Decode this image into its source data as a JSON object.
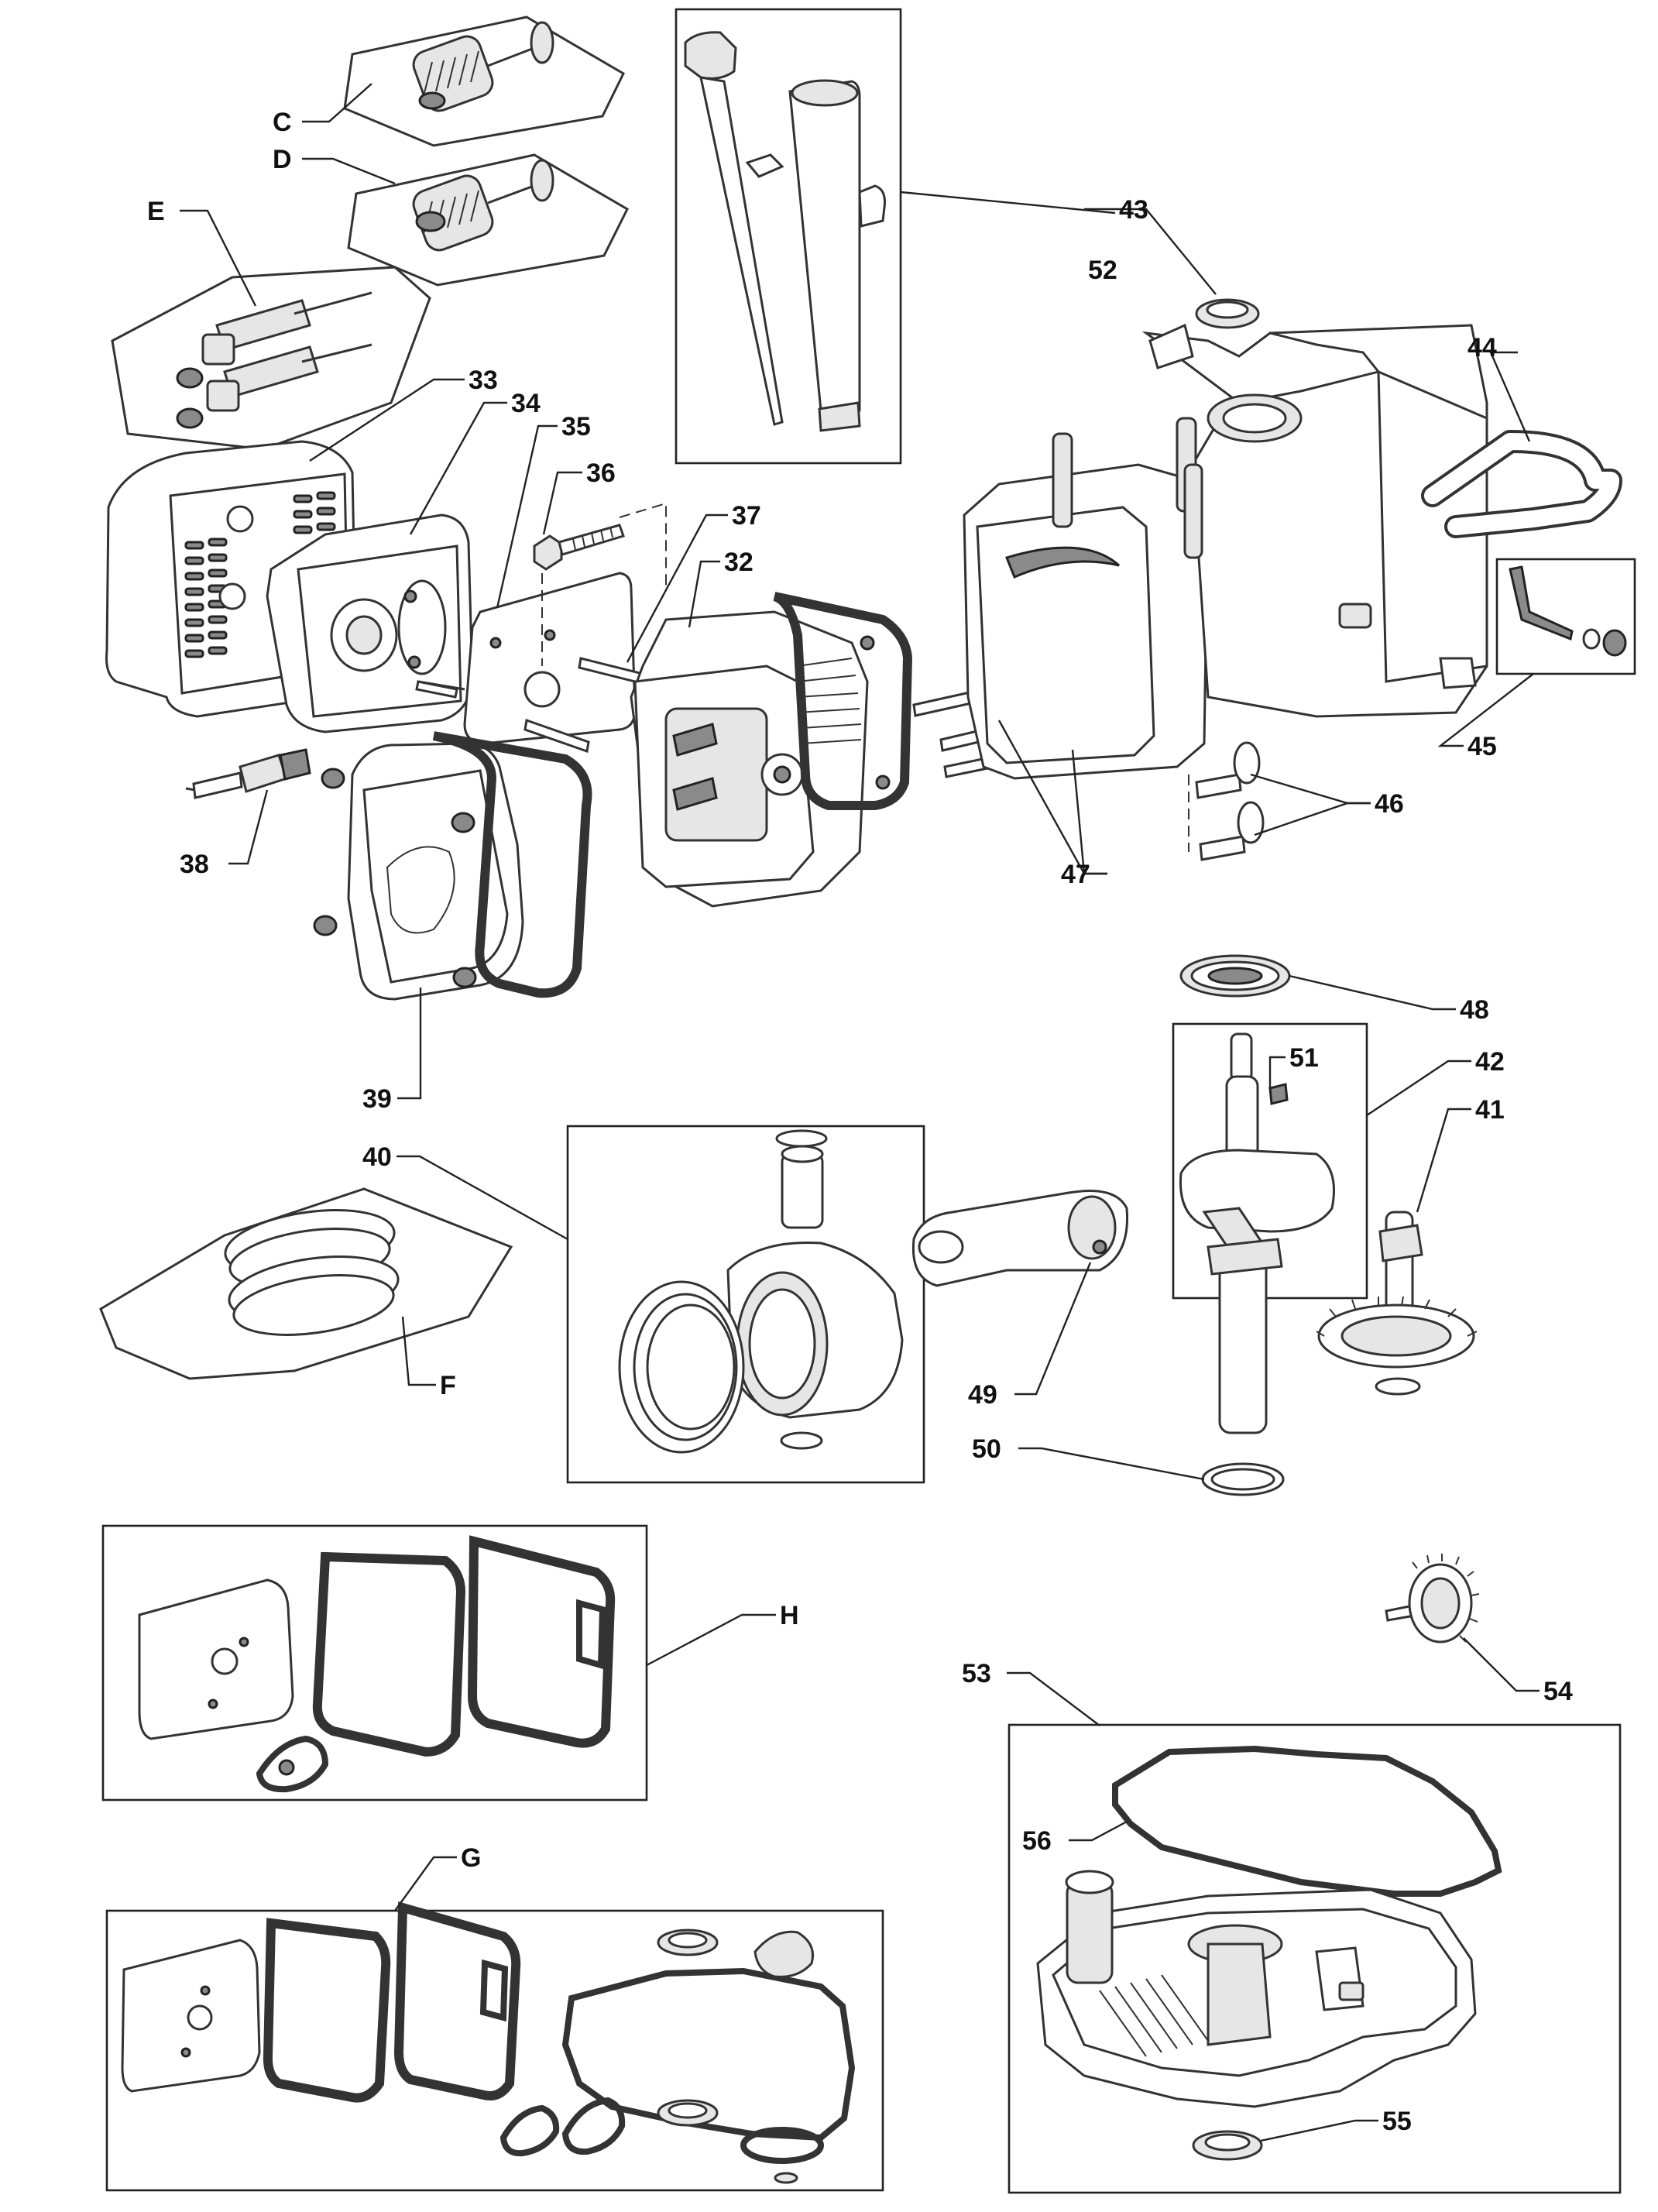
{
  "labels": {
    "C": "C",
    "D": "D",
    "E": "E",
    "F": "F",
    "G": "G",
    "H": "H",
    "p32": "32",
    "p33": "33",
    "p34": "34",
    "p35": "35",
    "p36": "36",
    "p37": "37",
    "p38": "38",
    "p39": "39",
    "p40": "40",
    "p41": "41",
    "p42": "42",
    "p43": "43",
    "p44": "44",
    "p45": "45",
    "p46": "46",
    "p47": "47",
    "p48": "48",
    "p49": "49",
    "p50": "50",
    "p51": "51",
    "p52": "52",
    "p53": "53",
    "p54": "54",
    "p55": "55",
    "p56": "56"
  }
}
